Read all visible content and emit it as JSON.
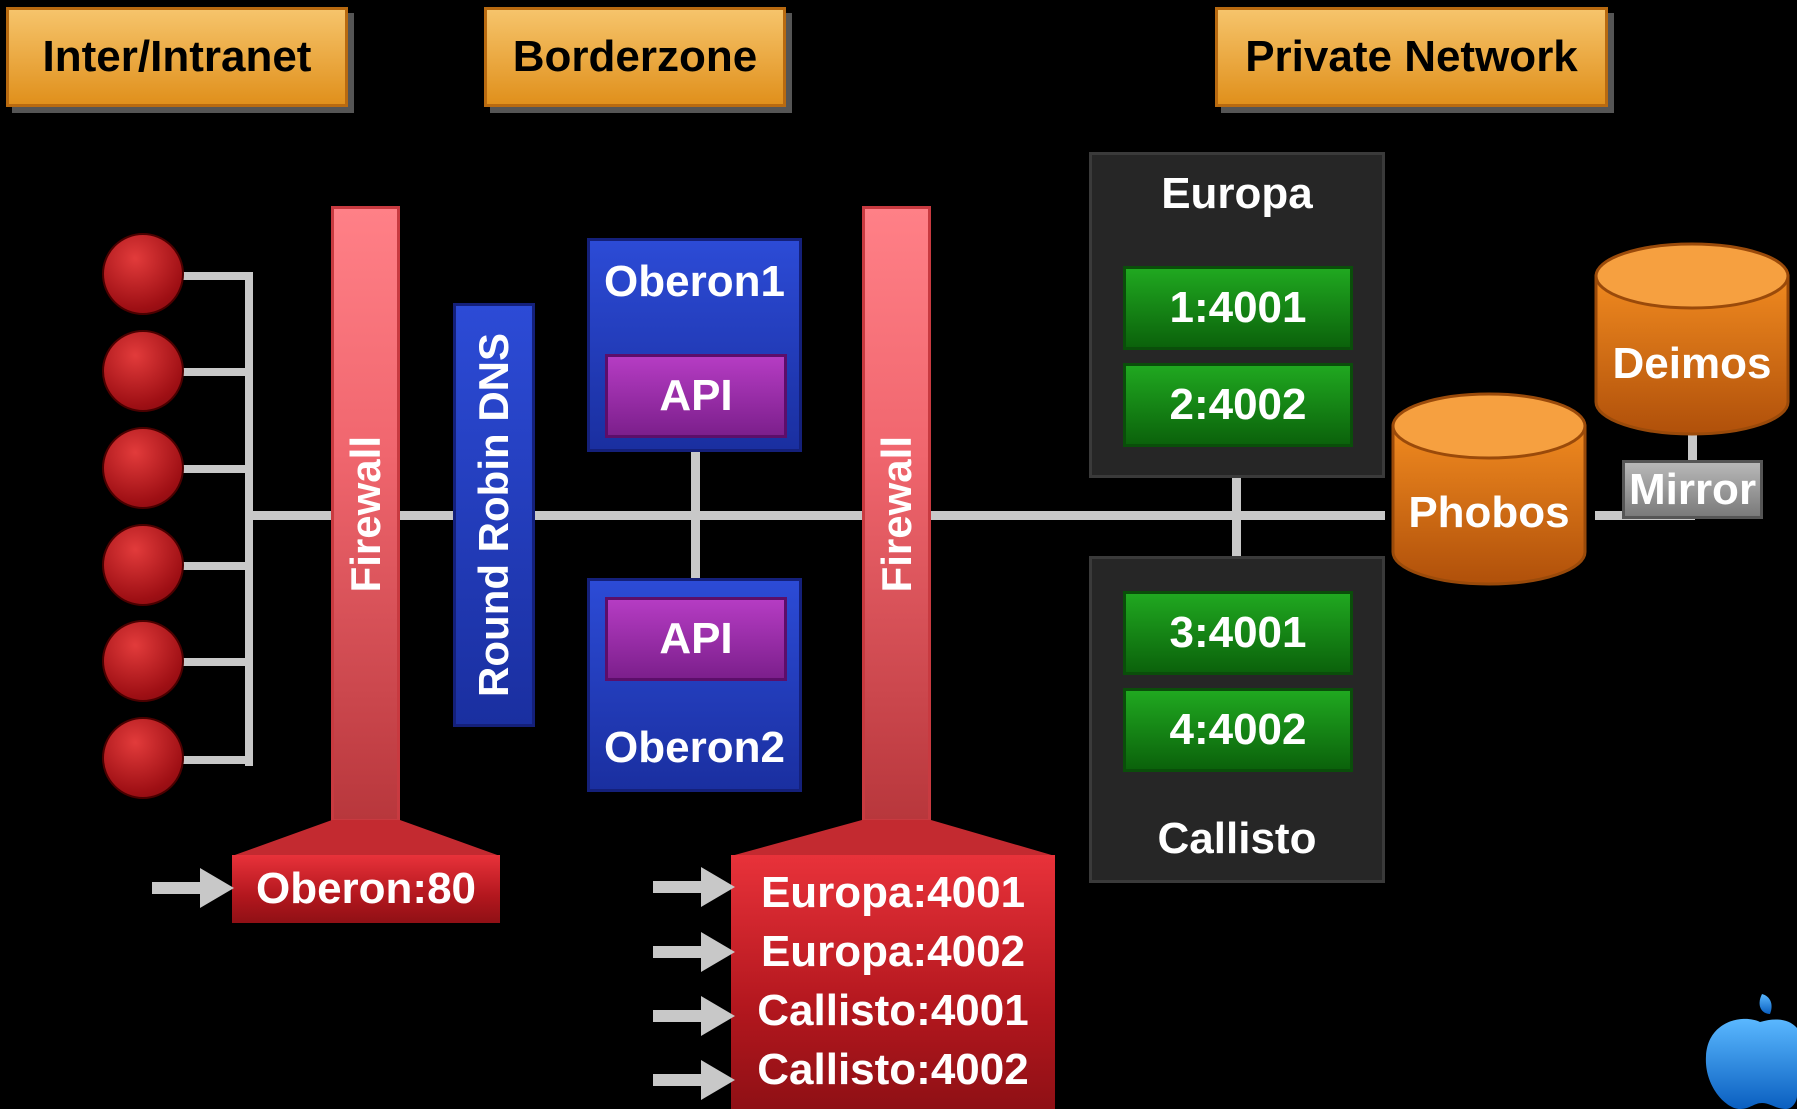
{
  "zones": {
    "internet": "Inter/Intranet",
    "borderzone": "Borderzone",
    "private": "Private Network"
  },
  "firewalls": {
    "outer": "Firewall",
    "inner": "Firewall"
  },
  "dns": "Round Robin DNS",
  "oberon1": {
    "name": "Oberon1",
    "api": "API"
  },
  "oberon2": {
    "name": "Oberon2",
    "api": "API"
  },
  "europa": {
    "name": "Europa",
    "ports": [
      "1:4001",
      "2:4002"
    ]
  },
  "callisto": {
    "name": "Callisto",
    "ports": [
      "3:4001",
      "4:4002"
    ]
  },
  "databases": {
    "primary": "Phobos",
    "secondary": "Deimos",
    "link": "Mirror"
  },
  "outer_rules": [
    "Oberon:80"
  ],
  "inner_rules": [
    "Europa:4001",
    "Europa:4002",
    "Callisto:4001",
    "Callisto:4002"
  ],
  "colors": {
    "zone_label": "#e8a030",
    "firewall": "#f0666e",
    "server": "#2440c0",
    "api": "#a030b0",
    "port": "#138813",
    "database": "#e07010",
    "rule": "#c0202a",
    "connector": "#c8c8c8"
  }
}
